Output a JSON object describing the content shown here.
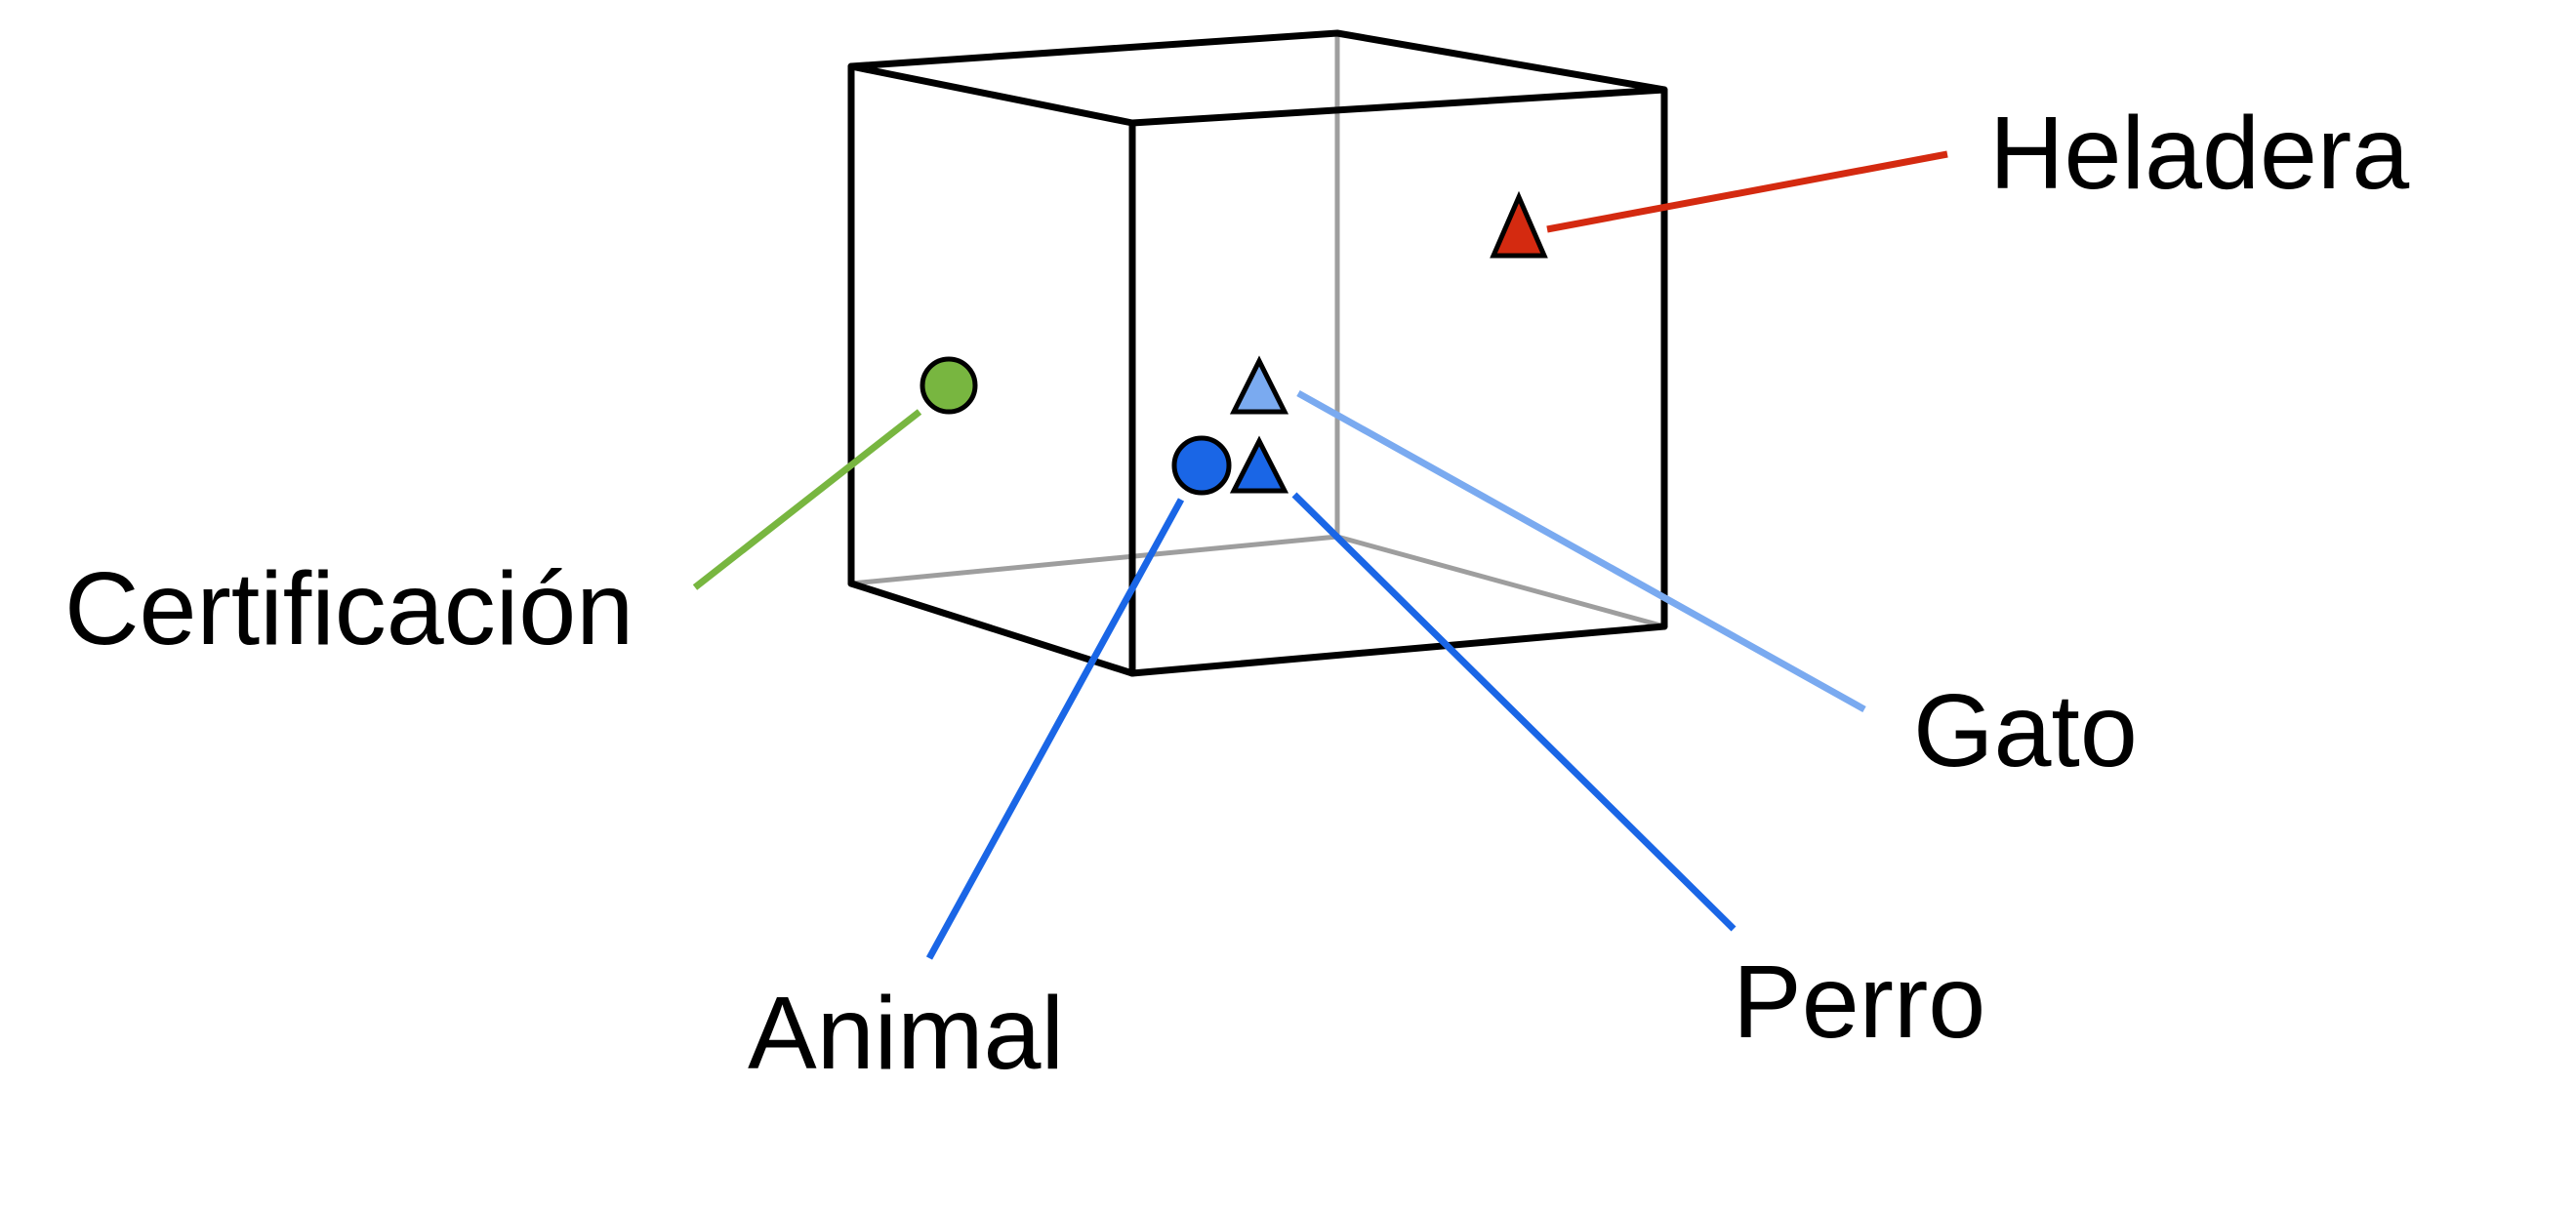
{
  "labels": {
    "heladera": "Heladera",
    "certificacion": "Certificación",
    "gato": "Gato",
    "perro": "Perro",
    "animal": "Animal"
  },
  "colors": {
    "heladera": "#d42a10",
    "certificacion": "#78b640",
    "gato": "#7aaaf0",
    "perro": "#1a66e6",
    "animal": "#1a66e6",
    "cube_edges": "#000000",
    "hidden_edges": "#9e9e9e"
  },
  "markers": {
    "heladera": "triangle",
    "certificacion": "circle",
    "gato": "triangle",
    "perro": "triangle",
    "animal": "circle"
  }
}
